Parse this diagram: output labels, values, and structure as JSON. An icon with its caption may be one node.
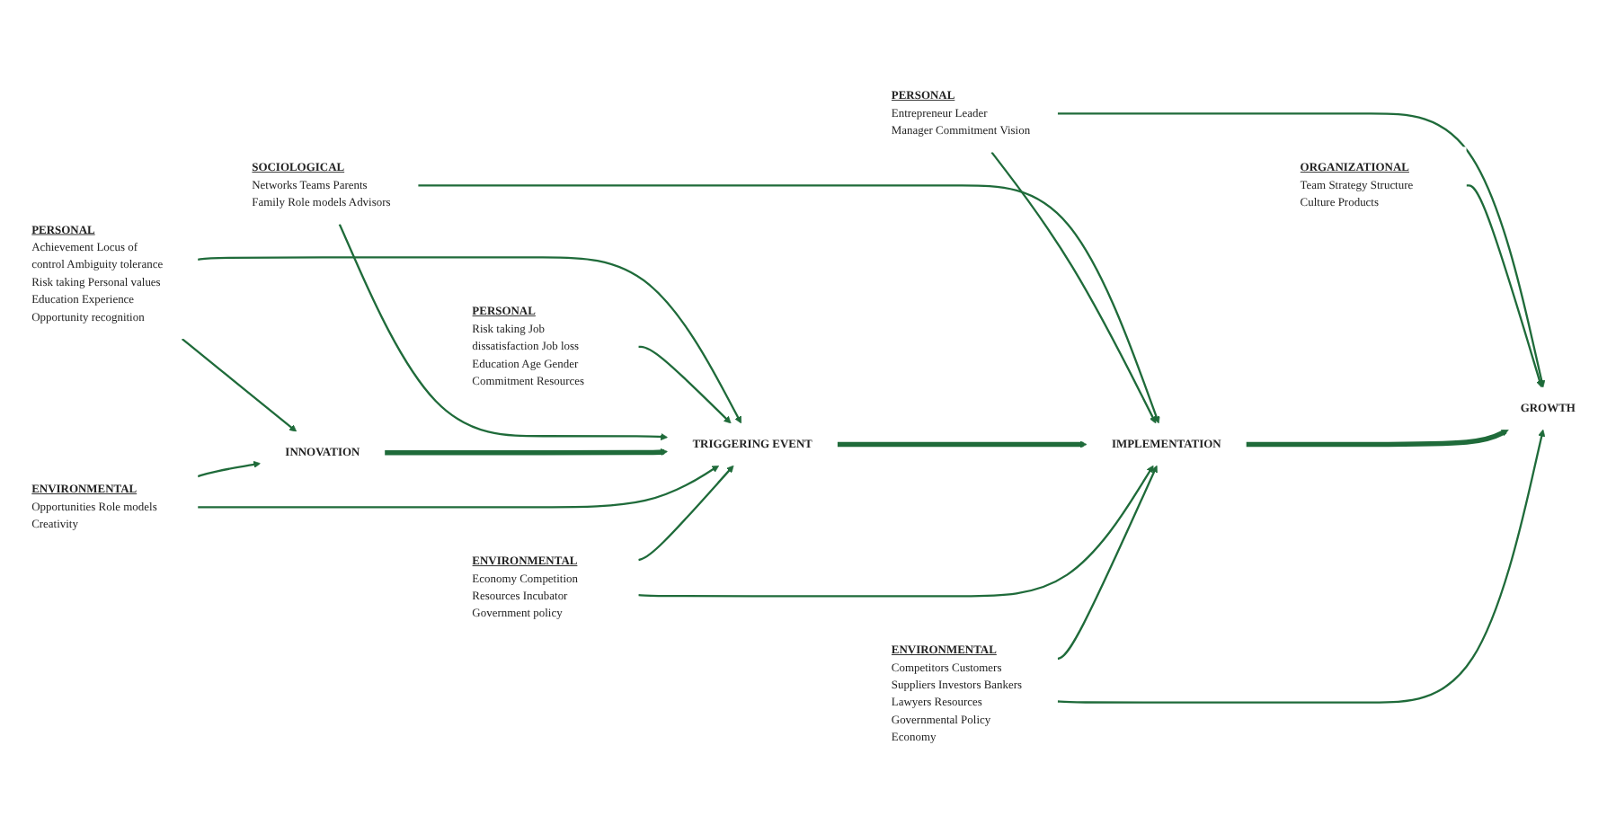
{
  "diagram": {
    "nodes": [
      {
        "text": [
          "PERSONAL",
          "Achievement Locus of control Ambiguity tolerance Risk taking Personal values Education Experience Opportunity recognition"
        ]
      },
      {
        "text": [
          "PERSONAL",
          "Risk taking Job dissatisfaction Job loss Education Age Gender Commitment Resources"
        ]
      },
      {
        "text": [
          "SOCIOLOGICAL",
          "Networks Teams Parents Family Role models Advisors"
        ]
      },
      {
        "text": [
          "PERSONAL",
          "Entrepreneur Leader Manager Commitment Vision"
        ]
      },
      {
        "text": [
          "ORGANIZATIONAL",
          "Team Strategy Structure Culture Products"
        ]
      },
      {
        "text": [
          "INNOVATION"
        ]
      },
      {
        "text": [
          "TRIGGERING EVENT"
        ]
      },
      {
        "text": [
          "IMPLEMENTATION"
        ]
      },
      {
        "text": [
          "GROWTH"
        ]
      },
      {
        "text": [
          "ENVIRONMENTAL",
          "Opportunities Role models Creativity"
        ]
      },
      {
        "text": [
          "ENVIRONMENTAL",
          "Economy Competition Resources Incubator Government policy"
        ]
      },
      {
        "text": [
          "ENVIRONMENTAL",
          "Competitors Customers Suppliers Investors Bankers Lawyers Resources Governmental Policy Economy"
        ]
      }
    ],
    "edges": [
      {
        "from": 0,
        "to": 5,
        "arrow": "to"
      },
      {
        "from": 0,
        "to": 6,
        "arrow": "to"
      },
      {
        "from": 1,
        "to": 6,
        "arrow": "to"
      },
      {
        "from": 2,
        "to": 6,
        "arrow": "to"
      },
      {
        "from": 2,
        "to": 7,
        "arrow": "to"
      },
      {
        "from": 3,
        "to": 7,
        "arrow": "to"
      },
      {
        "from": 3,
        "to": 8,
        "arrow": "to"
      },
      {
        "from": 4,
        "to": 8,
        "arrow": "to"
      },
      {
        "from": 5,
        "to": 6,
        "arrow": "to",
        "style": "thick"
      },
      {
        "from": 6,
        "to": 7,
        "arrow": "to",
        "style": "thick"
      },
      {
        "from": 7,
        "to": 8,
        "arrow": "to",
        "style": "thick"
      },
      {
        "from": 9,
        "to": 5,
        "arrow": "to"
      },
      {
        "from": 9,
        "to": 6,
        "arrow": "to"
      },
      {
        "from": 10,
        "to": 6,
        "arrow": "to"
      },
      {
        "from": 10,
        "to": 7,
        "arrow": "to"
      },
      {
        "from": 11,
        "to": 7,
        "arrow": "to"
      },
      {
        "from": 11,
        "to": 8,
        "arrow": "to"
      }
    ]
  }
}
